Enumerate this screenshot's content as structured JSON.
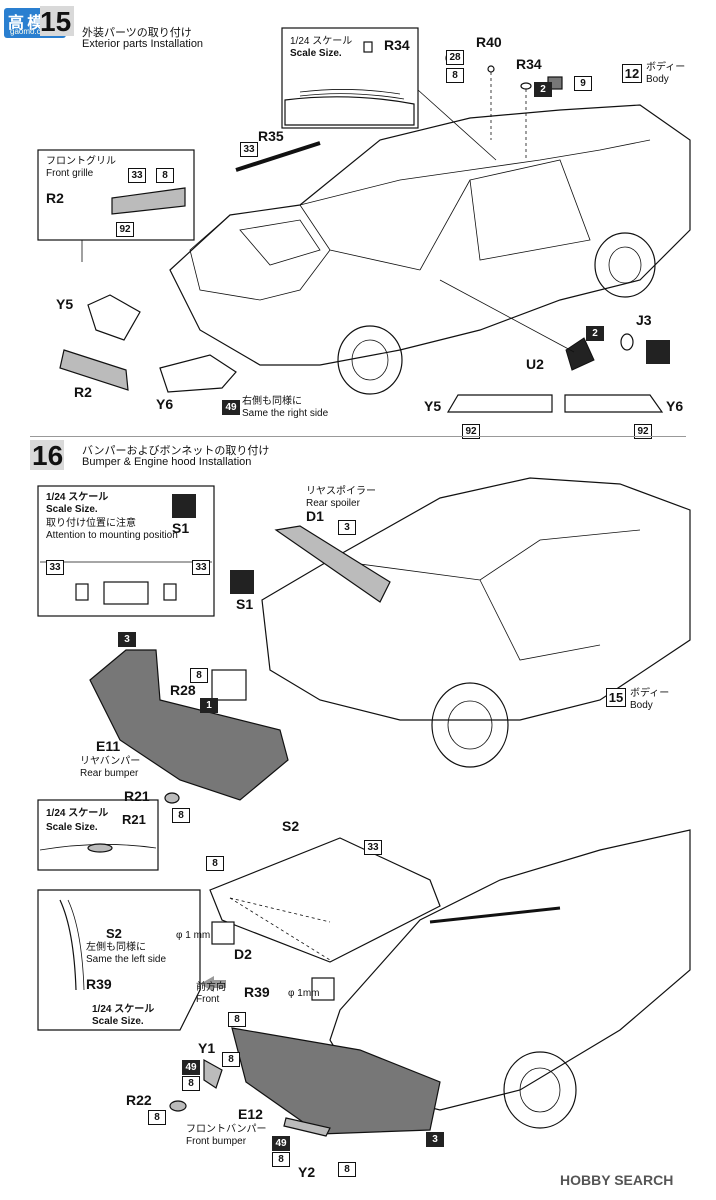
{
  "watermark_top": {
    "text": "高 模 网",
    "url": "gaomo.com"
  },
  "watermark_bottom": {
    "text": "HOBBY SEARCH"
  },
  "step15": {
    "number": "15",
    "title_jp": "外装パーツの取り付け",
    "title_en": "Exterior parts Installation",
    "scale_jp": "1/24 スケール",
    "scale_en": "Scale Size.",
    "label_r34_panel": "R34",
    "label_r40": "R40",
    "label_r34": "R34",
    "num_28": "28",
    "num_8a": "8",
    "num_2a": "2",
    "num_9": "9",
    "body_num": "12",
    "body_jp": "ボディー",
    "body_en": "Body",
    "label_r35": "R35",
    "num_33a": "33",
    "grille_jp": "フロントグリル",
    "grille_en": "Front grille",
    "num_33b": "33",
    "num_8b": "8",
    "label_r2_panel": "R2",
    "num_92a": "92",
    "label_y5": "Y5",
    "label_r2": "R2",
    "label_y6": "Y6",
    "num_49a": "49",
    "right_jp": "右側も同様に",
    "right_en": "Same the right side",
    "label_u2": "U2",
    "num_2b": "2",
    "label_j3": "J3",
    "label_y5b": "Y5",
    "label_y6b": "Y6",
    "num_92b": "92",
    "num_92c": "92"
  },
  "step16": {
    "number": "16",
    "title_jp": "バンパーおよびボンネットの取り付け",
    "title_en": "Bumper & Engine hood Installation",
    "scale_jp": "1/24 スケール",
    "scale_en": "Scale Size.",
    "attention_jp": "取り付け位置に注意",
    "attention_en": "Attention to mounting position",
    "label_s1_panel": "S1",
    "num_33c": "33",
    "num_33d": "33",
    "spoiler_jp": "リヤスポイラー",
    "spoiler_en": "Rear spoiler",
    "label_d1": "D1",
    "num_3a": "3",
    "label_s1": "S1",
    "num_3b": "3",
    "num_8c": "8",
    "label_r28": "R28",
    "num_1": "1",
    "body_num": "15",
    "body_jp": "ボディー",
    "body_en": "Body",
    "label_e11": "E11",
    "e11_jp": "リヤバンパー",
    "e11_en": "Rear bumper",
    "label_r21": "R21",
    "num_8d": "8",
    "scale2_jp": "1/24 スケール",
    "scale2_en": "Scale Size.",
    "label_r21_panel": "R21",
    "label_s2": "S2",
    "num_33e": "33",
    "num_8e": "8",
    "label_s2_panel": "S2",
    "left_jp": "左側も同様に",
    "left_en": "Same the left side",
    "label_r39_panel": "R39",
    "scale3_jp": "1/24 スケール",
    "scale3_en": "Scale Size.",
    "drill1": "φ 1 mm",
    "label_d2": "D2",
    "drill2": "φ 1mm",
    "front_jp": "前方向",
    "front_en": "Front",
    "label_r39": "R39",
    "num_8f": "8",
    "label_y1": "Y1",
    "num_49b": "49",
    "num_8g": "8",
    "num_8h": "8",
    "label_r22": "R22",
    "num_8i": "8",
    "label_e12": "E12",
    "e12_jp": "フロントバンパー",
    "e12_en": "Front bumper",
    "num_3c": "3",
    "num_49c": "49",
    "num_8j": "8",
    "label_y2": "Y2",
    "num_8k": "8"
  }
}
